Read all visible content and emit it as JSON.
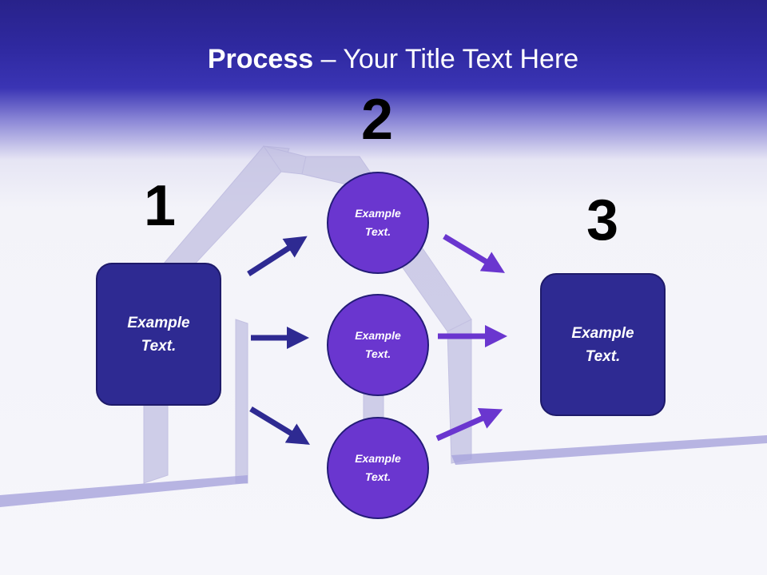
{
  "slide": {
    "title_bold": "Process",
    "title_rest": " – Your Title Text Here"
  },
  "steps": {
    "one": "1",
    "two": "2",
    "three": "3"
  },
  "nodes": {
    "left_box": "Example Text.",
    "circle_top": "Example Text.",
    "circle_middle": "Example Text.",
    "circle_bottom": "Example Text.",
    "right_box": "Example Text."
  },
  "colors": {
    "header_blue": "#2f29a0",
    "box_fill": "#2e2a92",
    "circle_fill": "#6a36cf",
    "arrow_left": "#2e2a92",
    "arrow_right": "#6a36cf"
  }
}
